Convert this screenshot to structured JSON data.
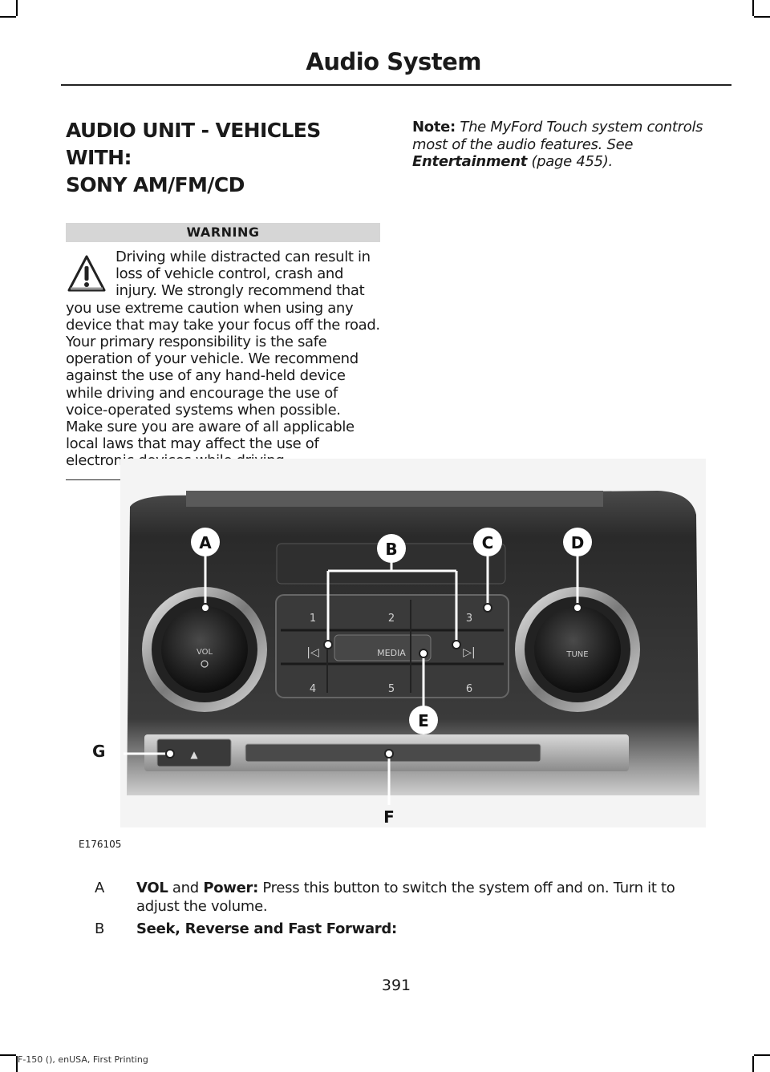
{
  "header": {
    "title": "Audio System"
  },
  "section": {
    "title_line1": "AUDIO UNIT - VEHICLES WITH:",
    "title_line2": "SONY AM/FM/CD"
  },
  "warning": {
    "heading": "WARNING",
    "icon": "warning-triangle-icon",
    "text": "Driving while distracted can result in loss of vehicle control, crash and injury. We strongly recommend that you use extreme caution when using any device that may take your focus off the road. Your primary responsibility is the safe operation of your vehicle. We recommend against the use of any hand-held device while driving and encourage the use of voice-operated systems when possible. Make sure you are aware of all applicable local laws that may affect the use of electronic devices while driving."
  },
  "note": {
    "label": "Note:",
    "text": "The MyFord Touch system controls most of the audio features.  See",
    "link": "Entertainment",
    "page_ref": "(page 455)."
  },
  "figure": {
    "code": "E176105",
    "callouts": [
      "A",
      "B",
      "C",
      "D",
      "E",
      "F",
      "G"
    ],
    "panel_labels": {
      "vol": "VOL",
      "tune": "TUNE",
      "media": "MEDIA",
      "presets": [
        "1",
        "2",
        "3",
        "4",
        "5",
        "6"
      ]
    }
  },
  "legend": [
    {
      "key": "A",
      "title": "VOL",
      "joiner": "and",
      "title2": "Power:",
      "text": "Press this button to switch the system off and on. Turn it to adjust the volume."
    },
    {
      "key": "B",
      "title": "Seek, Reverse and Fast Forward:"
    }
  ],
  "page_number": "391",
  "footer": "F-150 (), enUSA, First Printing"
}
